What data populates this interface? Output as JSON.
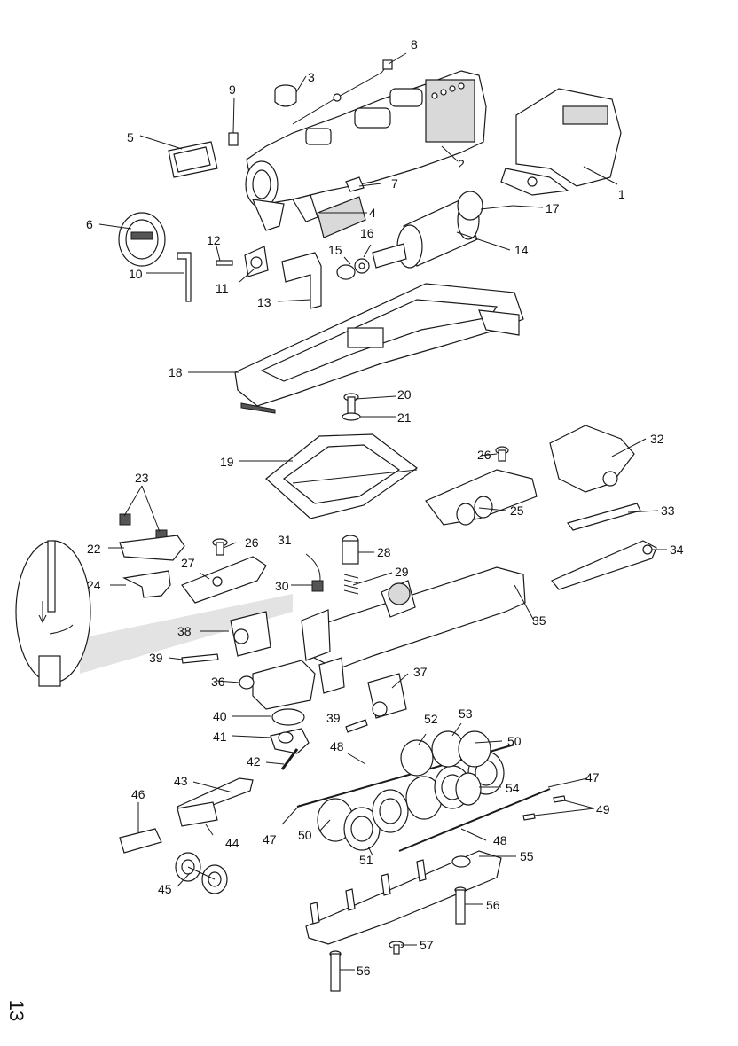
{
  "page_number": "13",
  "callouts": [
    "1",
    "2",
    "3",
    "4",
    "5",
    "6",
    "7",
    "8",
    "9",
    "10",
    "11",
    "12",
    "13",
    "14",
    "15",
    "16",
    "17",
    "18",
    "19",
    "20",
    "21",
    "22",
    "23",
    "24",
    "25",
    "26",
    "26",
    "27",
    "28",
    "29",
    "30",
    "31",
    "32",
    "33",
    "34",
    "35",
    "36",
    "37",
    "38",
    "39",
    "39",
    "40",
    "41",
    "42",
    "43",
    "44",
    "45",
    "46",
    "47",
    "47",
    "48",
    "48",
    "49",
    "50",
    "50",
    "51",
    "52",
    "53",
    "54",
    "55",
    "56",
    "56",
    "57"
  ]
}
